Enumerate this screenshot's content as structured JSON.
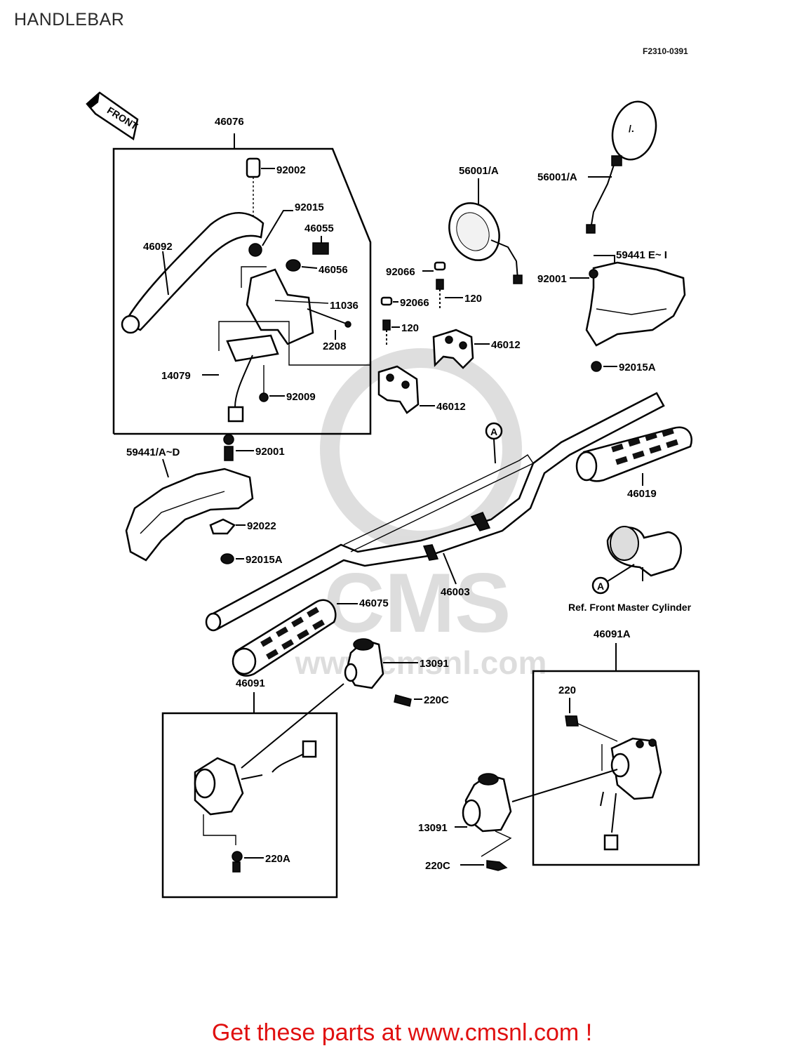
{
  "page": {
    "title": "HANDLEBAR",
    "figure_code": "F2310-0391",
    "promo": "Get these parts at www.cmsnl.com !"
  },
  "front_label": "FRONT",
  "callout_letter": "A",
  "watermark": {
    "brand": "CMS",
    "url": "www.cmsnl.com"
  },
  "labels": {
    "p46076": "46076",
    "p92002": "92002",
    "p92015": "92015",
    "p46055": "46055",
    "p46092": "46092",
    "p46056": "46056",
    "p11036": "11036",
    "p2208": "2208",
    "p14079": "14079",
    "p92009": "92009",
    "p56001a_l": "56001/A",
    "p56001a_r": "56001/A",
    "p59441e": "59441 E~ I",
    "p92066a": "92066",
    "p120a": "120",
    "p92066b": "92066",
    "p120b": "120",
    "p92001r": "92001",
    "p46012a": "46012",
    "p92015ar": "92015A",
    "p46012b": "46012",
    "p59441a": "59441/A~D",
    "p92001l": "92001",
    "p46019": "46019",
    "p92022": "92022",
    "p92015al": "92015A",
    "p46003": "46003",
    "ref_master": "Ref. Front Master Cylinder",
    "p46075": "46075",
    "p46091a": "46091A",
    "p46091": "46091",
    "p13091a": "13091",
    "p220c_a": "220C",
    "p220": "220",
    "p13091b": "13091",
    "p220a": "220A",
    "p220c_b": "220C"
  }
}
